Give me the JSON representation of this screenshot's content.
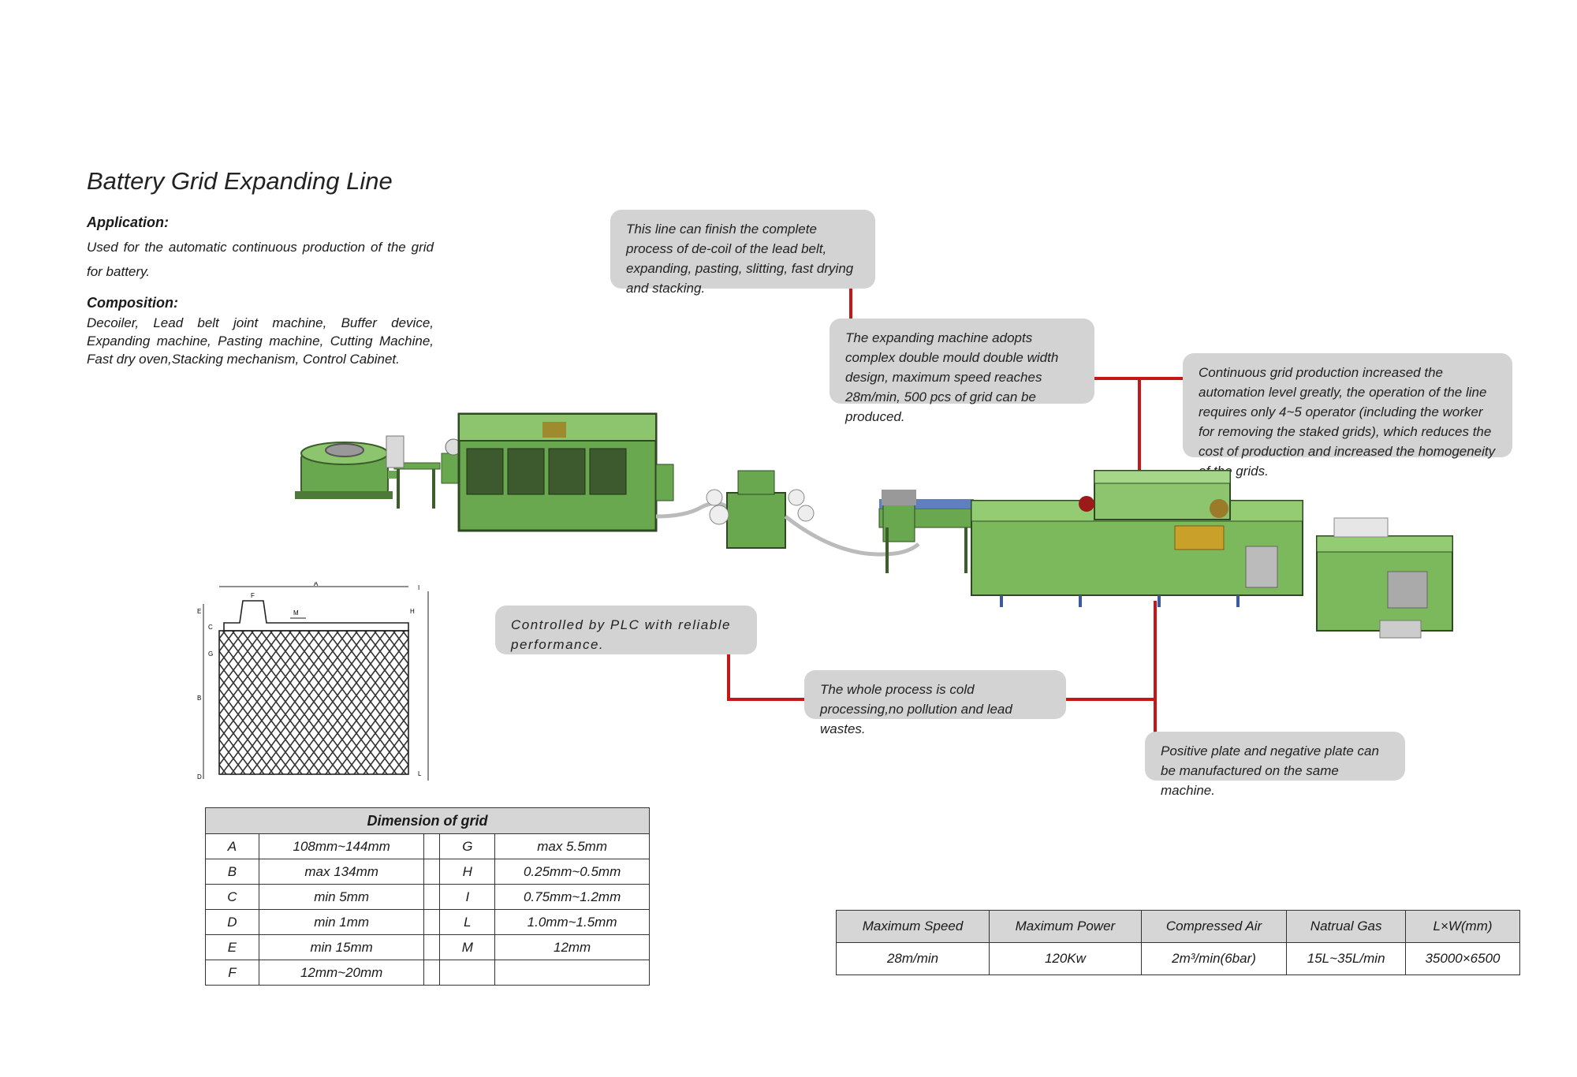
{
  "title": "Battery Grid Expanding Line",
  "application": {
    "heading": "Application:",
    "text": "Used for the automatic continuous production of the grid for battery."
  },
  "composition": {
    "heading": "Composition:",
    "text": "Decoiler, Lead belt joint machine, Buffer device, Expanding machine, Pasting machine, Cutting Machine, Fast dry oven,Stacking mechanism, Control Cabinet."
  },
  "callouts": {
    "process": "This line can finish the complete process of de-coil of the lead belt, expanding, pasting, slitting, fast drying and stacking.",
    "expanding": "The expanding machine adopts complex double mould double width design, maximum speed reaches 28m/min, 500 pcs of grid can be produced.",
    "automation": "Continuous grid production increased the automation level greatly, the operation of the line requires only 4~5 operator (including the worker for removing the staked grids), which reduces the cost of production and increased the homogeneity of the grids.",
    "plc": "Controlled by PLC with reliable performance.",
    "cold": "The whole process is cold processing,no pollution and lead wastes.",
    "plates": "Positive plate and negative plate can be manufactured on the same machine."
  },
  "grid_drawing": {
    "labels": [
      "A",
      "F",
      "M",
      "I",
      "E",
      "H",
      "C",
      "G",
      "B",
      "D",
      "L"
    ]
  },
  "dimension_table": {
    "title": "Dimension of grid",
    "left": [
      {
        "k": "A",
        "v": "108mm~144mm"
      },
      {
        "k": "B",
        "v": "max 134mm"
      },
      {
        "k": "C",
        "v": "min 5mm"
      },
      {
        "k": "D",
        "v": "min 1mm"
      },
      {
        "k": "E",
        "v": "min 15mm"
      },
      {
        "k": "F",
        "v": "12mm~20mm"
      }
    ],
    "right": [
      {
        "k": "G",
        "v": "max 5.5mm"
      },
      {
        "k": "H",
        "v": "0.25mm~0.5mm"
      },
      {
        "k": "I",
        "v": "0.75mm~1.2mm"
      },
      {
        "k": "L",
        "v": "1.0mm~1.5mm"
      },
      {
        "k": "M",
        "v": "12mm"
      },
      {
        "k": "",
        "v": ""
      }
    ]
  },
  "spec_table": {
    "headers": [
      "Maximum Speed",
      "Maximum Power",
      "Compressed Air",
      "Natrual Gas",
      "L×W(mm)"
    ],
    "values": [
      "28m/min",
      "120Kw",
      "2m³/min(6bar)",
      "15L~35L/min",
      "35000×6500"
    ]
  },
  "colors": {
    "machine_green": "#6aa84f",
    "callout_gray": "#d3d3d3",
    "leader_red": "#c41818"
  }
}
